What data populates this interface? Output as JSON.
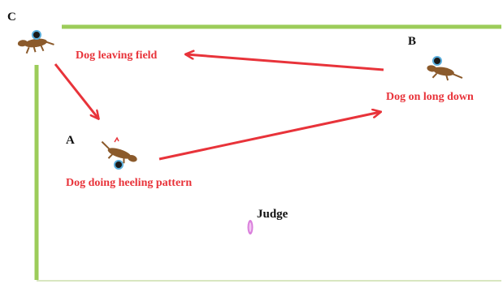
{
  "colors": {
    "fence": "#9ccc5a",
    "arrow": "#e8333a",
    "dog": "#8b5a2b",
    "handler_dot": "#1a1a1a",
    "handler_ring": "#5aaedc",
    "judge": "#d36ad6",
    "caption": "#e8333a",
    "point_label": "#111111"
  },
  "points": {
    "a": "A",
    "b": "B",
    "c": "C"
  },
  "captions": {
    "leaving": "Dog leaving field",
    "long_down": "Dog on long down",
    "heeling": "Dog doing heeling pattern",
    "judge": "Judge"
  },
  "icons": [
    "dog-icon",
    "handler-icon",
    "judge-icon",
    "arrow"
  ]
}
